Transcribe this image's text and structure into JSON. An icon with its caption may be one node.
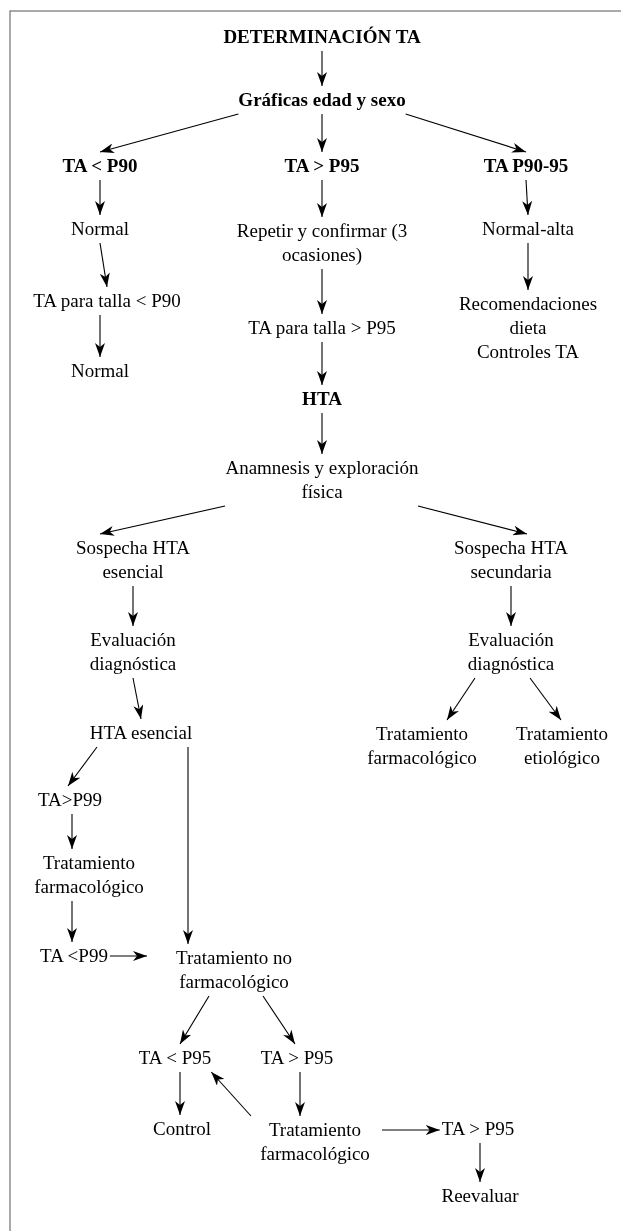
{
  "diagram": {
    "nodes": [
      {
        "text": [
          "DETERMINACIÓN  TA"
        ]
      },
      {
        "text": [
          "Gráficas edad y sexo"
        ]
      },
      {
        "text": [
          "TA < P90"
        ]
      },
      {
        "text": [
          "TA > P95"
        ]
      },
      {
        "text": [
          "TA P90-95"
        ]
      },
      {
        "text": [
          "Normal"
        ]
      },
      {
        "text": [
          "Repetir y confirmar (3 ocasiones)"
        ]
      },
      {
        "text": [
          "Normal-alta"
        ]
      },
      {
        "text": [
          "TA para talla < P90"
        ]
      },
      {
        "text": [
          "TA para talla > P95"
        ]
      },
      {
        "text": [
          "Recomendaciones dieta",
          "Controles TA"
        ]
      },
      {
        "text": [
          "Normal"
        ]
      },
      {
        "text": [
          "HTA"
        ]
      },
      {
        "text": [
          "Anamnesis y exploración física"
        ]
      },
      {
        "text": [
          "Sospecha HTA esencial"
        ]
      },
      {
        "text": [
          "Sospecha HTA secundaria"
        ]
      },
      {
        "text": [
          "Evaluación diagnóstica"
        ]
      },
      {
        "text": [
          "Evaluación diagnóstica"
        ]
      },
      {
        "text": [
          "HTA esencial"
        ]
      },
      {
        "text": [
          "Tratamiento farmacológico"
        ]
      },
      {
        "text": [
          "Tratamiento etiológico"
        ]
      },
      {
        "text": [
          "TA>P99"
        ]
      },
      {
        "text": [
          "Tratamiento farmacológico"
        ]
      },
      {
        "text": [
          "TA <P99"
        ]
      },
      {
        "text": [
          "Tratamiento no farmacológico"
        ]
      },
      {
        "text": [
          "TA < P95"
        ]
      },
      {
        "text": [
          "TA > P95"
        ]
      },
      {
        "text": [
          "Control"
        ]
      },
      {
        "text": [
          "Tratamiento farmacológico"
        ]
      },
      {
        "text": [
          "TA > P95"
        ]
      },
      {
        "text": [
          "Reevaluar"
        ]
      }
    ],
    "edges": [
      {
        "from": 0,
        "to": 1,
        "arrow": "to"
      },
      {
        "from": 1,
        "to": 2,
        "arrow": "to"
      },
      {
        "from": 1,
        "to": 3,
        "arrow": "to"
      },
      {
        "from": 1,
        "to": 4,
        "arrow": "to"
      },
      {
        "from": 2,
        "to": 5,
        "arrow": "to"
      },
      {
        "from": 5,
        "to": 8,
        "arrow": "to"
      },
      {
        "from": 8,
        "to": 11,
        "arrow": "to"
      },
      {
        "from": 3,
        "to": 6,
        "arrow": "to"
      },
      {
        "from": 6,
        "to": 9,
        "arrow": "to"
      },
      {
        "from": 9,
        "to": 12,
        "arrow": "to"
      },
      {
        "from": 4,
        "to": 7,
        "arrow": "to"
      },
      {
        "from": 7,
        "to": 10,
        "arrow": "to"
      },
      {
        "from": 12,
        "to": 13,
        "arrow": "to"
      },
      {
        "from": 13,
        "to": 14,
        "arrow": "to"
      },
      {
        "from": 13,
        "to": 15,
        "arrow": "to"
      },
      {
        "from": 14,
        "to": 16,
        "arrow": "to"
      },
      {
        "from": 16,
        "to": 18,
        "arrow": "to"
      },
      {
        "from": 15,
        "to": 17,
        "arrow": "to"
      },
      {
        "from": 17,
        "to": 19,
        "arrow": "to"
      },
      {
        "from": 17,
        "to": 20,
        "arrow": "to"
      },
      {
        "from": 18,
        "to": 21,
        "arrow": "to"
      },
      {
        "from": 18,
        "to": 24,
        "arrow": "to"
      },
      {
        "from": 21,
        "to": 22,
        "arrow": "to"
      },
      {
        "from": 22,
        "to": 23,
        "arrow": "to"
      },
      {
        "from": 23,
        "to": 24,
        "arrow": "to"
      },
      {
        "from": 24,
        "to": 25,
        "arrow": "to"
      },
      {
        "from": 24,
        "to": 26,
        "arrow": "to"
      },
      {
        "from": 25,
        "to": 27,
        "arrow": "to"
      },
      {
        "from": 26,
        "to": 28,
        "arrow": "to"
      },
      {
        "from": 28,
        "to": 25,
        "arrow": "to"
      },
      {
        "from": 28,
        "to": 29,
        "arrow": "to"
      },
      {
        "from": 29,
        "to": 30,
        "arrow": "to"
      }
    ]
  }
}
